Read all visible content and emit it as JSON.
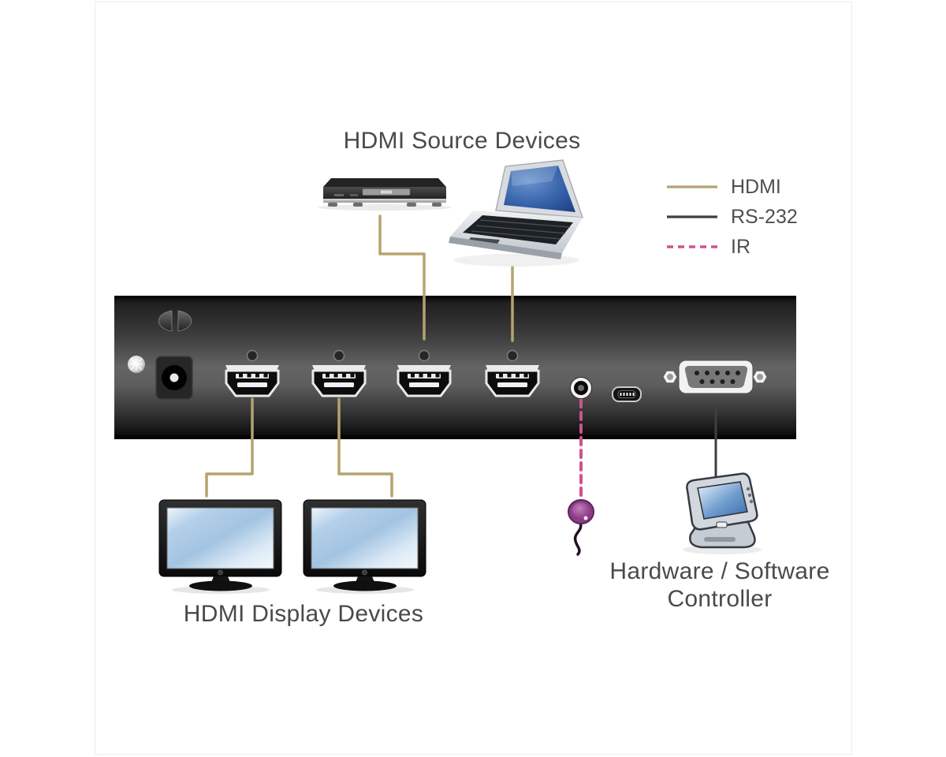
{
  "diagram": {
    "kind": "hdmi-switch-rear-panel-connection-diagram",
    "background": "#ffffff",
    "card_border": "#ededed"
  },
  "labels": {
    "sources_title": "HDMI Source Devices",
    "displays_title": "HDMI Display Devices",
    "controller_title_line1": "Hardware / Software",
    "controller_title_line2": "Controller"
  },
  "legend": {
    "items": [
      {
        "label": "HDMI",
        "color": "#b5a36e",
        "style": "solid"
      },
      {
        "label": "RS-232",
        "color": "#3f3f3f",
        "style": "solid"
      },
      {
        "label": "IR",
        "color": "#d0518d",
        "style": "dashed"
      }
    ]
  },
  "panel": {
    "ports": [
      {
        "name": "dc-power-jack"
      },
      {
        "name": "hdmi-port-1"
      },
      {
        "name": "hdmi-port-2"
      },
      {
        "name": "hdmi-port-3"
      },
      {
        "name": "hdmi-port-4"
      },
      {
        "name": "ir-jack"
      },
      {
        "name": "micro-usb-port"
      },
      {
        "name": "rs-232-db9-port"
      }
    ]
  },
  "devices": [
    {
      "name": "dvd-player",
      "role": "hdmi-source"
    },
    {
      "name": "laptop",
      "role": "hdmi-source"
    },
    {
      "name": "display-1",
      "role": "hdmi-display"
    },
    {
      "name": "display-2",
      "role": "hdmi-display"
    },
    {
      "name": "ir-receiver",
      "role": "ir"
    },
    {
      "name": "controller",
      "role": "rs-232"
    }
  ]
}
